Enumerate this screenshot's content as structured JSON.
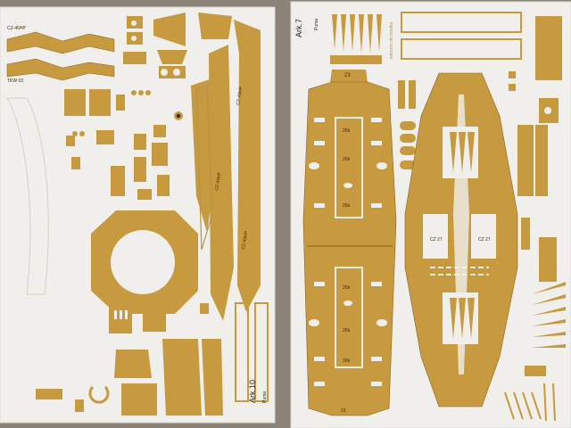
{
  "sheets": {
    "left": {
      "sheet_label": "Ark.10",
      "brand": "Puma",
      "codes": [
        "CZ-45HP",
        "TKW 03",
        "CZ-45HP",
        "CZ-45HP",
        "CZ-45HP"
      ]
    },
    "right": {
      "sheet_label": "Ark.7",
      "brand": "Puma",
      "vertical_caption": "kolorem do środka",
      "top_part_number": "23",
      "bottom_part_number": "23",
      "center_labels": [
        "26b",
        "26b",
        "26b",
        "26b",
        "26b",
        "26b"
      ],
      "hull_labels": [
        "CZ 27",
        "CZ 27"
      ]
    }
  },
  "colors": {
    "card": "#c79a3f",
    "card_dark": "#a87c2a",
    "paper": "#f1efec",
    "paper_edge": "#dcd8d2",
    "background": "#8c8378",
    "ink": "#3a2a10"
  }
}
